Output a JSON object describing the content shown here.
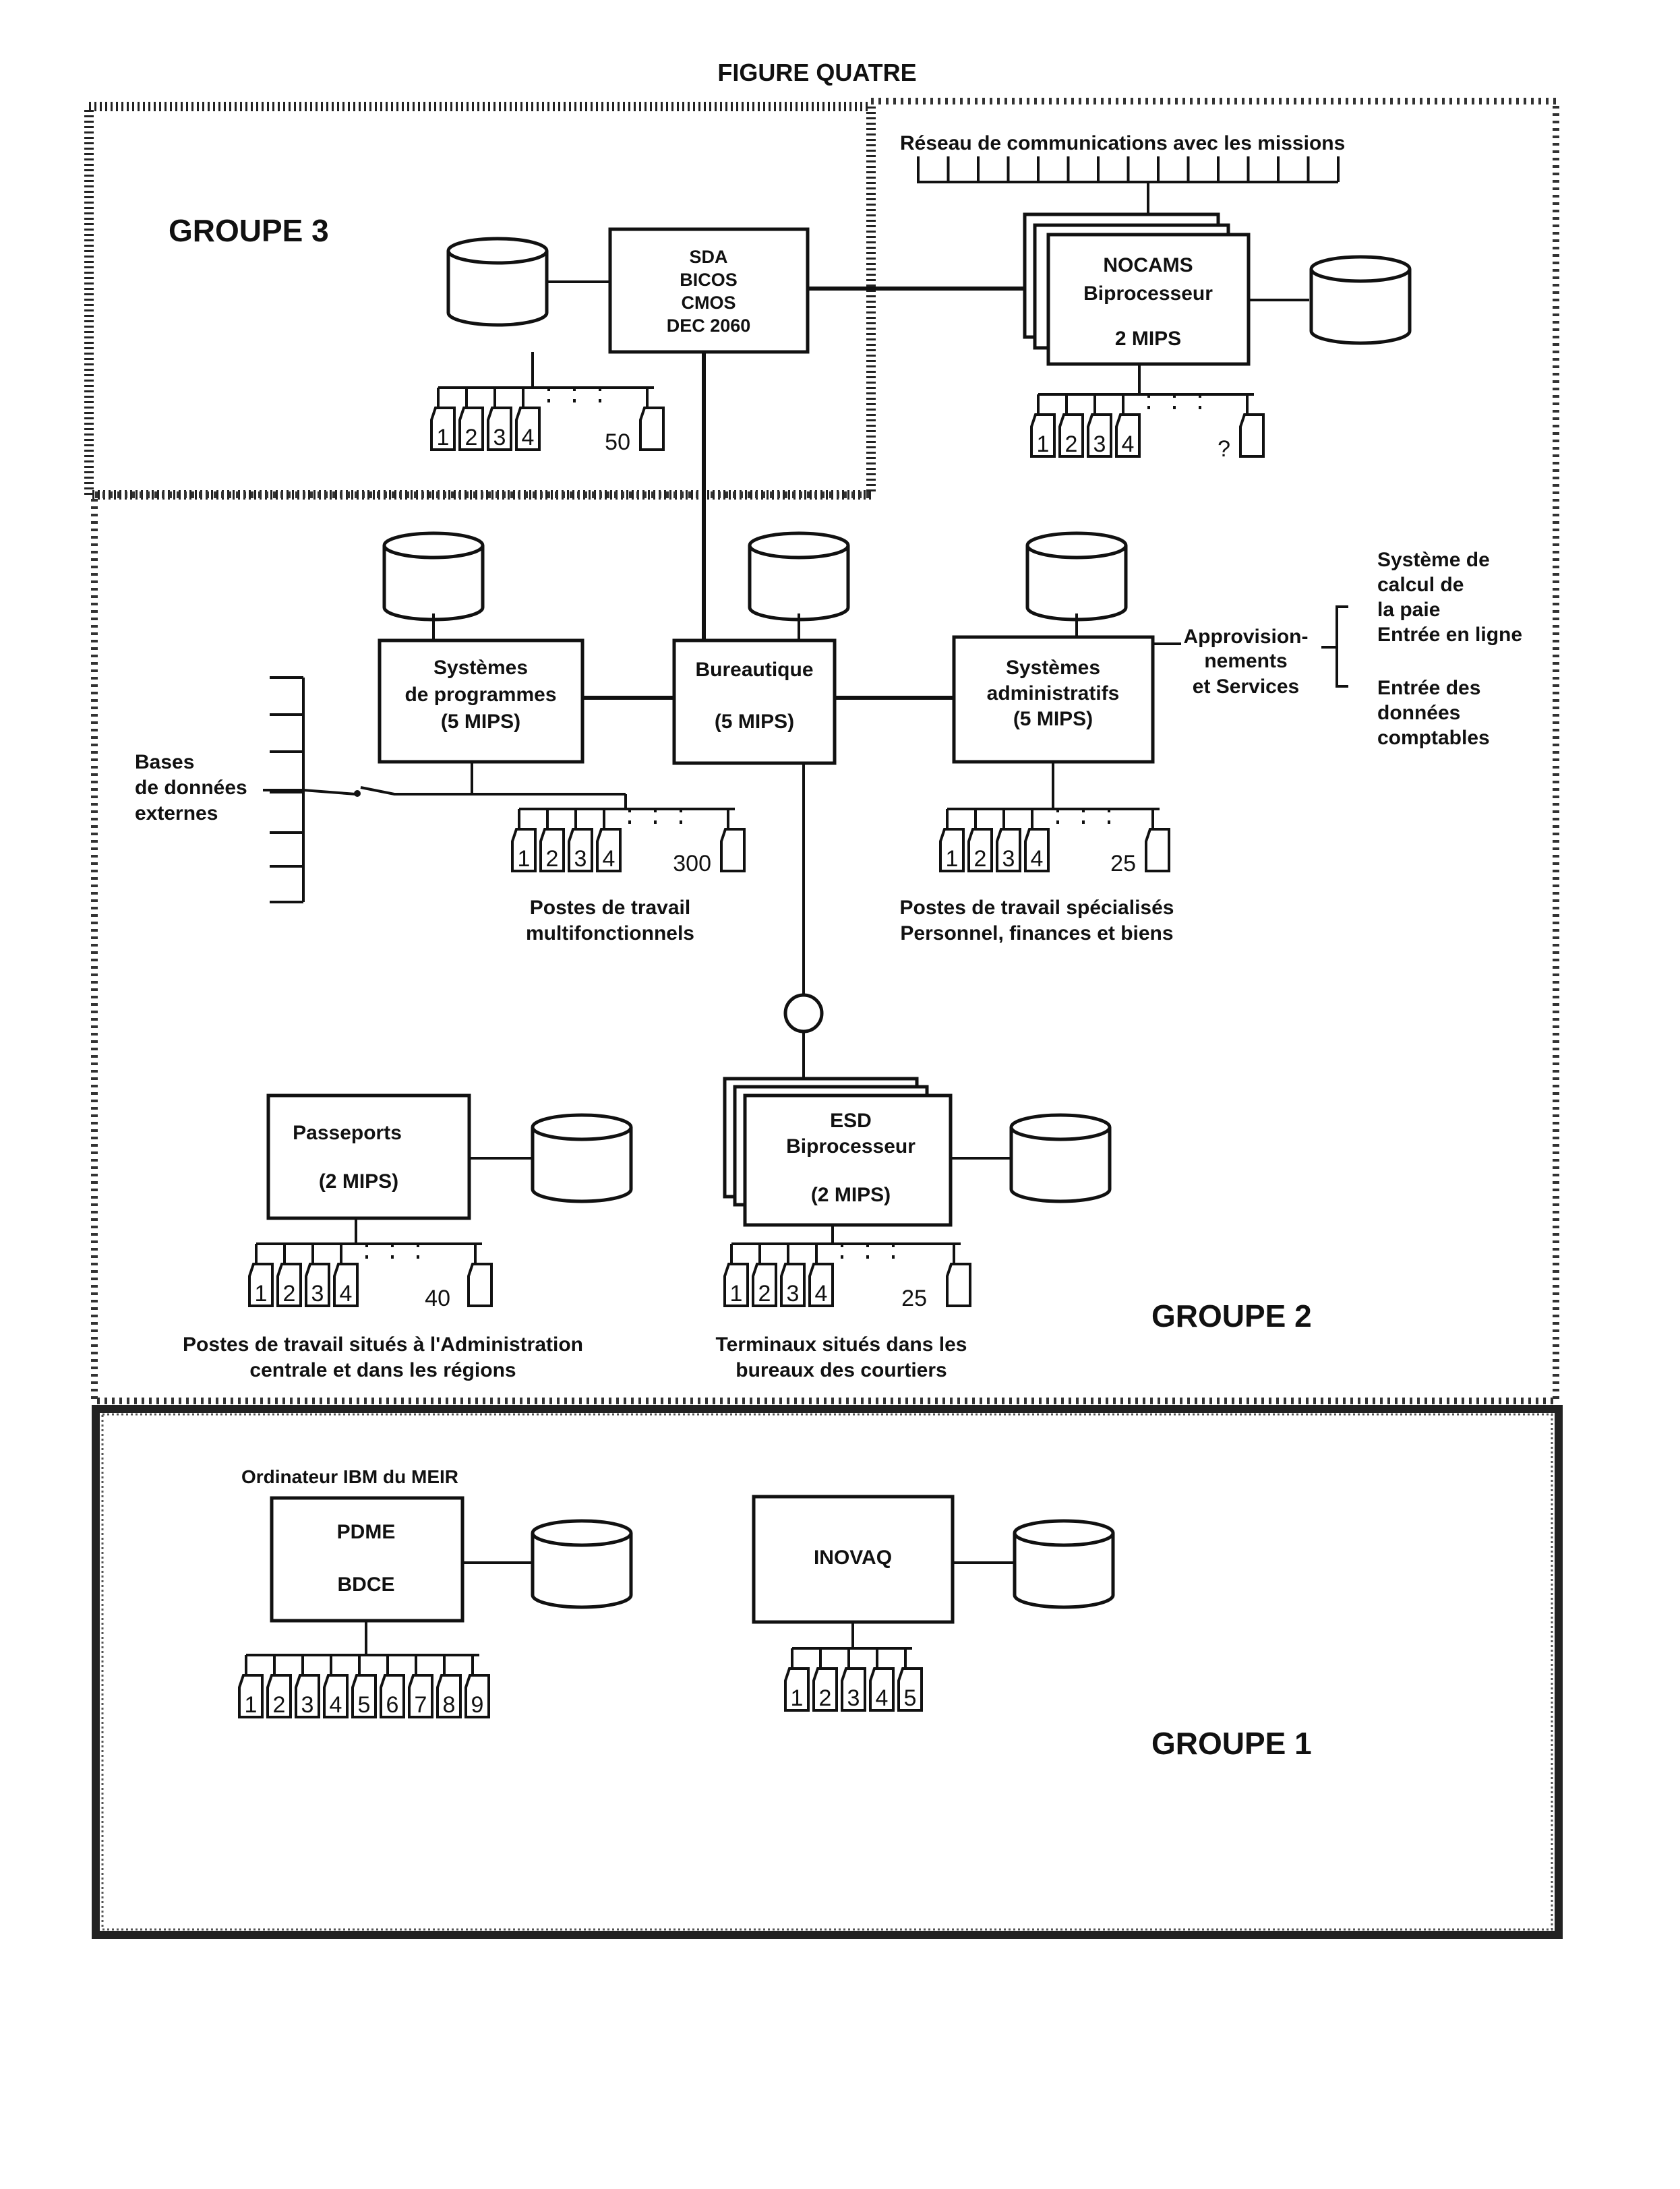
{
  "figure_title": "FIGURE QUATRE",
  "groups": {
    "g3": "GROUPE 3",
    "g2": "GROUPE 2",
    "g1": "GROUPE 1"
  },
  "network": {
    "label": "Réseau de communications avec les missions"
  },
  "sda": {
    "lines": [
      "SDA",
      "BICOS",
      "CMOS",
      "DEC 2060"
    ],
    "terminals": [
      "1",
      "2",
      "3",
      "4"
    ],
    "last_terminal": "50"
  },
  "nocams": {
    "lines": [
      "NOCAMS",
      "Biprocesseur",
      "2 MIPS"
    ],
    "terminals": [
      "1",
      "2",
      "3",
      "4"
    ],
    "last_terminal": "?"
  },
  "programmes": {
    "lines": [
      "Systèmes",
      "de programmes",
      "(5 MIPS)"
    ]
  },
  "bureautique": {
    "lines": [
      "Bureautique",
      "(5 MIPS)"
    ],
    "terminals": [
      "1",
      "2",
      "3",
      "4"
    ],
    "last_terminal": "300",
    "caption": [
      "Postes de travail",
      "multifonctionnels"
    ]
  },
  "administratifs": {
    "lines": [
      "Systèmes",
      "administratifs",
      "(5 MIPS)"
    ],
    "terminals": [
      "1",
      "2",
      "3",
      "4"
    ],
    "last_terminal": "25",
    "caption": [
      "Postes de travail spécialisés",
      "Personnel, finances et biens"
    ]
  },
  "external_db": {
    "lines": [
      "Bases",
      "de données",
      "externes"
    ]
  },
  "approvisionnements": {
    "lines": [
      "Approvision-",
      "nements",
      "et Services"
    ]
  },
  "right_notes": {
    "top": [
      "Système de",
      "calcul de",
      "la paie",
      "Entrée en ligne"
    ],
    "bottom": [
      "Entrée des",
      "données",
      "comptables"
    ]
  },
  "passeports": {
    "lines": [
      "Passeports",
      "(2 MIPS)"
    ],
    "terminals": [
      "1",
      "2",
      "3",
      "4"
    ],
    "last_terminal": "40",
    "caption": [
      "Postes de travail situés à l'Administration",
      "centrale et dans les régions"
    ]
  },
  "esd": {
    "lines": [
      "ESD",
      "Biprocesseur",
      "(2 MIPS)"
    ],
    "terminals": [
      "1",
      "2",
      "3",
      "4"
    ],
    "last_terminal": "25",
    "caption": [
      "Terminaux situés dans les",
      "bureaux des courtiers"
    ]
  },
  "ibm": {
    "label": "Ordinateur IBM du MEIR",
    "lines": [
      "PDME",
      "BDCE"
    ],
    "terminals": [
      "1",
      "2",
      "3",
      "4",
      "5",
      "6",
      "7",
      "8",
      "9"
    ]
  },
  "inovaq": {
    "lines": [
      "INOVAQ"
    ],
    "terminals": [
      "1",
      "2",
      "3",
      "4",
      "5"
    ]
  }
}
